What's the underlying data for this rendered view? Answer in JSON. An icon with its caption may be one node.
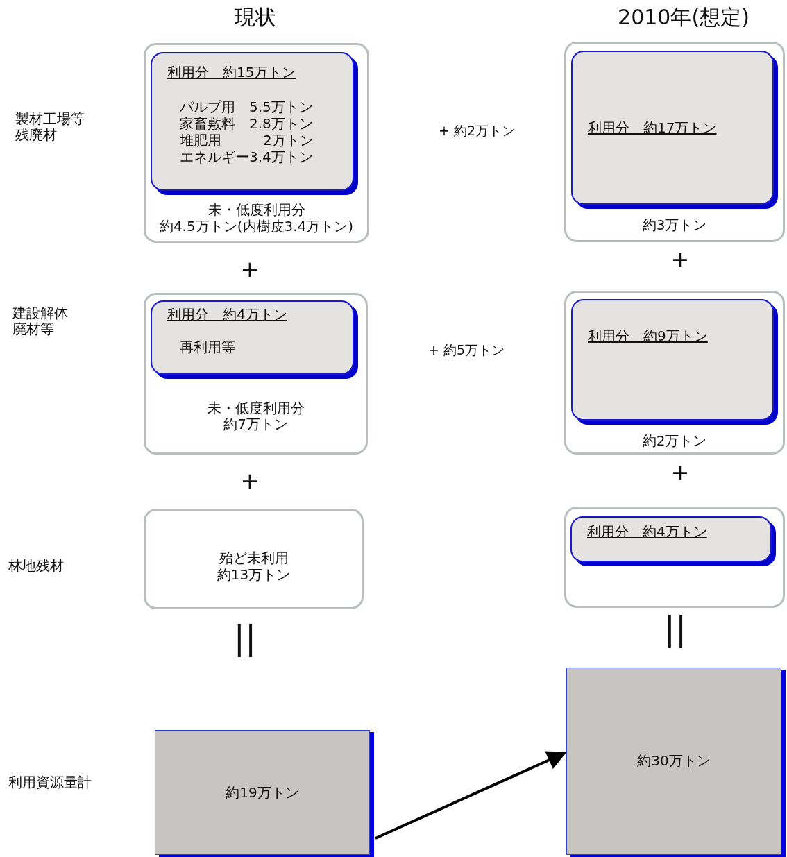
{
  "diagram": {
    "nodes": [
      {
        "text": [
          "未・低度利用分",
          "約4.5万トン(内樹皮3.4万トン)"
        ]
      },
      {
        "text": [
          "利用分　約15万トン",
          "パルプ用　5.5万トン",
          "家畜敷料　2.8万トン",
          "堆肥用　　　2万トン",
          "エネルギー3.4万トン"
        ],
        "in": 0
      },
      {
        "text": [
          "未・低度利用分",
          "約7万トン"
        ]
      },
      {
        "text": [
          "利用分　約4万トン",
          "再利用等"
        ],
        "in": 2
      },
      {
        "text": [
          "殆ど未利用",
          "約13万トン"
        ]
      },
      {
        "text": [
          "約19万トン"
        ]
      },
      {
        "text": [
          "約3万トン"
        ]
      },
      {
        "text": [
          "利用分　約17万トン"
        ],
        "in": 6
      },
      {
        "text": [
          "約2万トン"
        ]
      },
      {
        "text": [
          "利用分　約9万トン"
        ],
        "in": 8
      },
      {
        "text": [],
        "shape": "box"
      },
      {
        "text": [
          "利用分　約4万トン"
        ],
        "in": 10
      },
      {
        "text": [
          "約30万トン"
        ]
      }
    ],
    "edges": [
      {
        "from": 5,
        "to": 12,
        "arrow": "to"
      }
    ],
    "labels": [
      "現状",
      "2010年(想定)",
      "製材工場等残廃材",
      "+ 約2万トン",
      "+",
      "+",
      "建設解体廃材等",
      "+ 約5万トン",
      "+",
      "+",
      "林地残材",
      "||",
      "||",
      "利用資源量計"
    ]
  }
}
